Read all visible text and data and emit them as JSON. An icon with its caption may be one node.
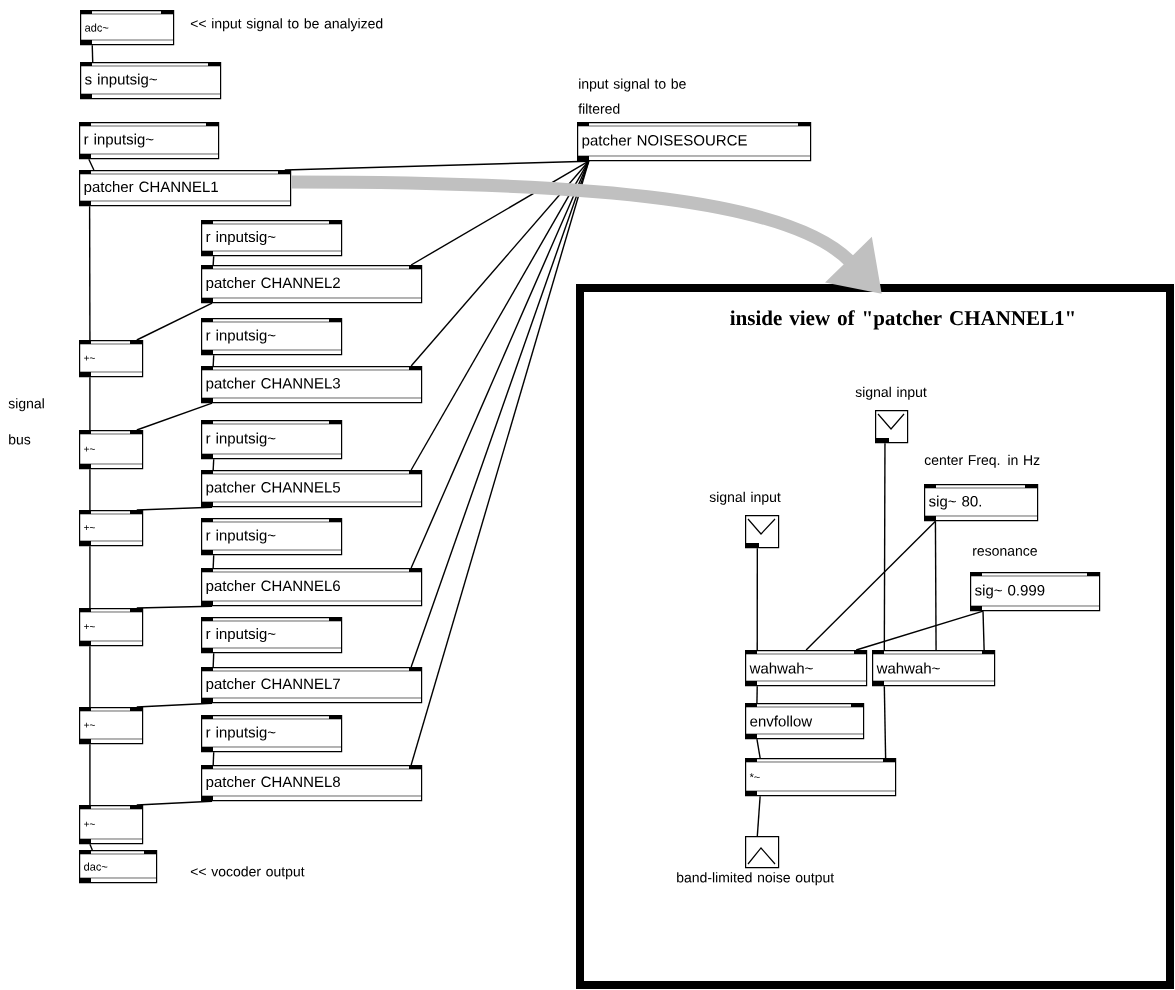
{
  "diagram": {
    "nodes": [
      {
        "text": [
          "adc~"
        ]
      },
      {
        "text": [
          "s inputsig~"
        ]
      },
      {
        "text": [
          "patcher NOISESOURCE"
        ],
        "beside": [
          "input signal to be filtered"
        ]
      },
      {
        "text": [
          "r inputsig~"
        ]
      },
      {
        "text": [
          "patcher CHANNEL1"
        ]
      },
      {
        "text": [
          "r inputsig~"
        ]
      },
      {
        "text": [
          "patcher CHANNEL2"
        ]
      },
      {
        "text": [
          "+~"
        ]
      },
      {
        "text": [
          "r inputsig~"
        ]
      },
      {
        "text": [
          "patcher CHANNEL3"
        ]
      },
      {
        "text": [
          "+~"
        ]
      },
      {
        "text": [
          "r inputsig~"
        ]
      },
      {
        "text": [
          "patcher CHANNEL5"
        ]
      },
      {
        "text": [
          "+~"
        ]
      },
      {
        "text": [
          "r inputsig~"
        ]
      },
      {
        "text": [
          "patcher CHANNEL6"
        ]
      },
      {
        "text": [
          "+~"
        ]
      },
      {
        "text": [
          "r inputsig~"
        ]
      },
      {
        "text": [
          "patcher CHANNEL7"
        ]
      },
      {
        "text": [
          "+~"
        ]
      },
      {
        "text": [
          "r inputsig~"
        ]
      },
      {
        "text": [
          "patcher CHANNEL8"
        ]
      },
      {
        "text": [
          "+~"
        ]
      },
      {
        "text": [
          "dac~"
        ]
      },
      {
        "text": [
          "inside view of \"patcher CHANNEL1\""
        ]
      },
      {
        "text": [
          "signal input"
        ],
        "in": 24
      },
      {
        "text": [
          "sig~ 80."
        ],
        "beside": [
          "center Freq. in Hz"
        ],
        "in": 24
      },
      {
        "text": [
          "signal input"
        ],
        "in": 24
      },
      {
        "text": [
          "sig~ 0.999"
        ],
        "beside": [
          "resonance"
        ],
        "in": 24
      },
      {
        "text": [
          "wahwah~"
        ],
        "in": 24
      },
      {
        "text": [
          "wahwah~"
        ],
        "in": 24
      },
      {
        "text": [
          "envfollow"
        ],
        "in": 24
      },
      {
        "text": [
          "*~"
        ],
        "in": 24
      },
      {
        "text": [
          "band-limited noise output"
        ],
        "in": 24
      }
    ],
    "edges": [
      {
        "from": 0,
        "to": 1,
        "arrow": "none"
      },
      {
        "from": 3,
        "to": 4,
        "arrow": "none"
      },
      {
        "from": 2,
        "to": 4,
        "arrow": "none"
      },
      {
        "from": 2,
        "to": 6,
        "arrow": "none"
      },
      {
        "from": 2,
        "to": 9,
        "arrow": "none"
      },
      {
        "from": 2,
        "to": 12,
        "arrow": "none"
      },
      {
        "from": 2,
        "to": 15,
        "arrow": "none"
      },
      {
        "from": 2,
        "to": 18,
        "arrow": "none"
      },
      {
        "from": 2,
        "to": 21,
        "arrow": "none"
      },
      {
        "from": 5,
        "to": 6,
        "arrow": "none"
      },
      {
        "from": 8,
        "to": 9,
        "arrow": "none"
      },
      {
        "from": 11,
        "to": 12,
        "arrow": "none"
      },
      {
        "from": 14,
        "to": 15,
        "arrow": "none"
      },
      {
        "from": 17,
        "to": 18,
        "arrow": "none"
      },
      {
        "from": 20,
        "to": 21,
        "arrow": "none"
      },
      {
        "from": 4,
        "to": 7,
        "arrow": "none"
      },
      {
        "from": 6,
        "to": 7,
        "arrow": "none"
      },
      {
        "from": 7,
        "to": 10,
        "arrow": "none"
      },
      {
        "from": 9,
        "to": 10,
        "arrow": "none"
      },
      {
        "from": 10,
        "to": 13,
        "arrow": "none"
      },
      {
        "from": 12,
        "to": 13,
        "arrow": "none"
      },
      {
        "from": 13,
        "to": 16,
        "arrow": "none"
      },
      {
        "from": 15,
        "to": 16,
        "arrow": "none"
      },
      {
        "from": 16,
        "to": 19,
        "arrow": "none"
      },
      {
        "from": 18,
        "to": 19,
        "arrow": "none"
      },
      {
        "from": 19,
        "to": 22,
        "arrow": "none"
      },
      {
        "from": 21,
        "to": 22,
        "arrow": "none"
      },
      {
        "from": 22,
        "to": 23,
        "arrow": "none"
      },
      {
        "from": 27,
        "to": 29,
        "arrow": "none"
      },
      {
        "from": 25,
        "to": 30,
        "arrow": "none"
      },
      {
        "from": 26,
        "to": 29,
        "arrow": "none"
      },
      {
        "from": 26,
        "to": 30,
        "arrow": "none"
      },
      {
        "from": 28,
        "to": 29,
        "arrow": "none"
      },
      {
        "from": 28,
        "to": 30,
        "arrow": "none"
      },
      {
        "from": 29,
        "to": 31,
        "arrow": "none"
      },
      {
        "from": 31,
        "to": 32,
        "arrow": "none"
      },
      {
        "from": 30,
        "to": 32,
        "arrow": "none"
      },
      {
        "from": 32,
        "to": 33,
        "arrow": "none"
      },
      {
        "from": 4,
        "to": 24,
        "arrow": "to",
        "style": "thick",
        "color": "#c0c0c0"
      }
    ],
    "labels": [
      "<< input signal to be analyized",
      "signal bus",
      "<< vocoder output"
    ]
  }
}
